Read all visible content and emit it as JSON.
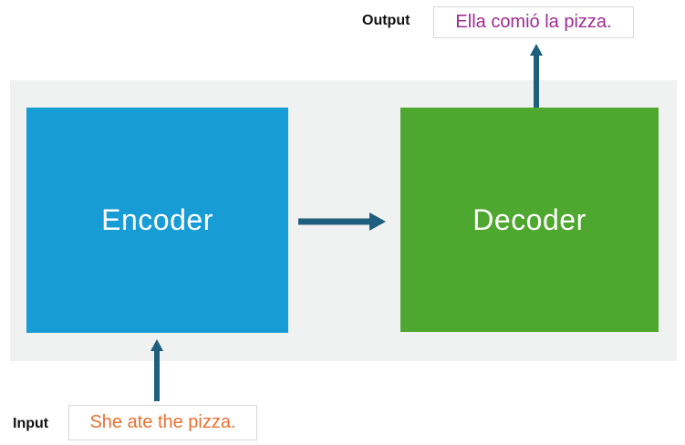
{
  "blocks": {
    "encoder": "Encoder",
    "decoder": "Decoder"
  },
  "output": {
    "label": "Output",
    "text": "Ella comió la pizza."
  },
  "input": {
    "label": "Input",
    "text": "She ate the pizza."
  },
  "colors": {
    "encoder-fill": "#189CD6",
    "decoder-fill": "#4EA72E",
    "arrow": "#1E5F7E",
    "output-text": "#A02B93",
    "input-text": "#E97132",
    "panel-bg": "#F0F1F1",
    "box-border": "#D9D9D9",
    "label-text": "#111111",
    "block-text": "#FFFFFF"
  }
}
